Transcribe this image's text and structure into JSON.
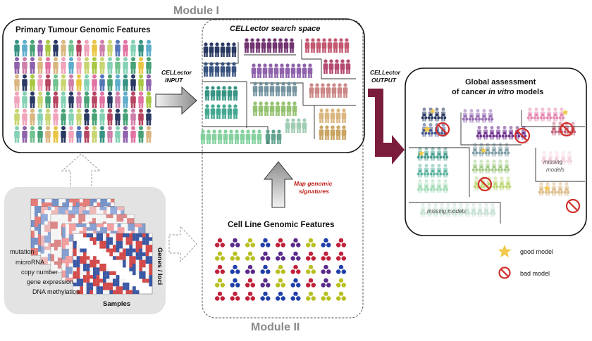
{
  "module1": {
    "title": "Module I",
    "panel_title": "Primary Tumour Genomic Features"
  },
  "module2": {
    "title": "Module II",
    "panel_title": "Cell Line Genomic Features"
  },
  "search_space": {
    "title": "CELLector search space"
  },
  "input_label": {
    "line1": "CELLector",
    "line2": "INPUT"
  },
  "output_label": {
    "line1": "CELLector",
    "line2": "OUTPUT"
  },
  "map_label": {
    "line1": "Map genomic",
    "line2": "signatures"
  },
  "assessment": {
    "title_line1": "Global assessment",
    "title_line2_a": "of cancer ",
    "title_line2_b": "in vitro",
    "title_line2_c": " models",
    "missing_1": "missing",
    "missing_2": "models",
    "missing_3": "missing models"
  },
  "heatmap": {
    "layers": [
      "mutation",
      "microRNA",
      "copy number",
      "gene expression",
      "DNA methylation"
    ],
    "x_label": "Samples",
    "y_label": "Genes / loci"
  },
  "legend": {
    "good": "good model",
    "bad": "bad model"
  },
  "colors": {
    "accent_arrow": "#7a1d3c",
    "red_text": "#c0201a",
    "grey_title": "#8a8a8a",
    "forbidden": "#d0312d",
    "star": "#f2c94c"
  }
}
